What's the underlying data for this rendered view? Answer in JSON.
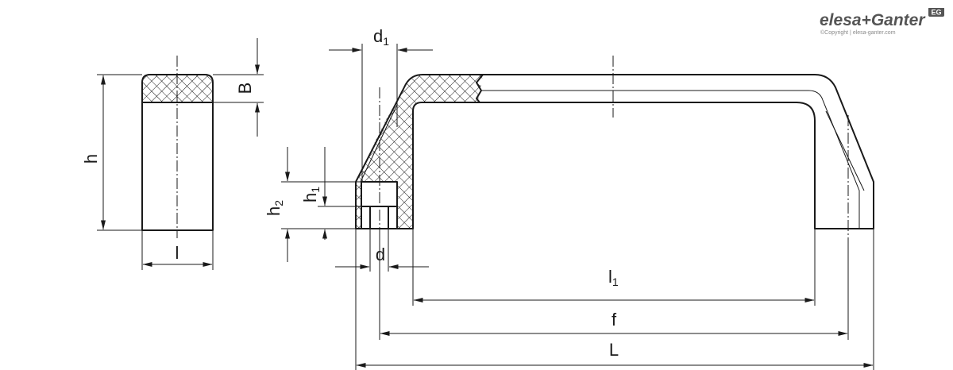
{
  "labels": {
    "h": "h",
    "B": "B",
    "l": "l",
    "d1_base": "d",
    "d1_sub": "1",
    "l1_base": "l",
    "l1_sub": "1",
    "h2_base": "h",
    "h2_sub": "2",
    "h1_base": "h",
    "h1_sub": "1",
    "d": "d",
    "f": "f",
    "L": "L"
  },
  "logo": {
    "brand": "elesa+Ganter",
    "badge": "EG",
    "copyright": "©Copyright | elesa-ganter.com"
  },
  "colors": {
    "line": "#1a1a1a",
    "logo": "#555555"
  }
}
